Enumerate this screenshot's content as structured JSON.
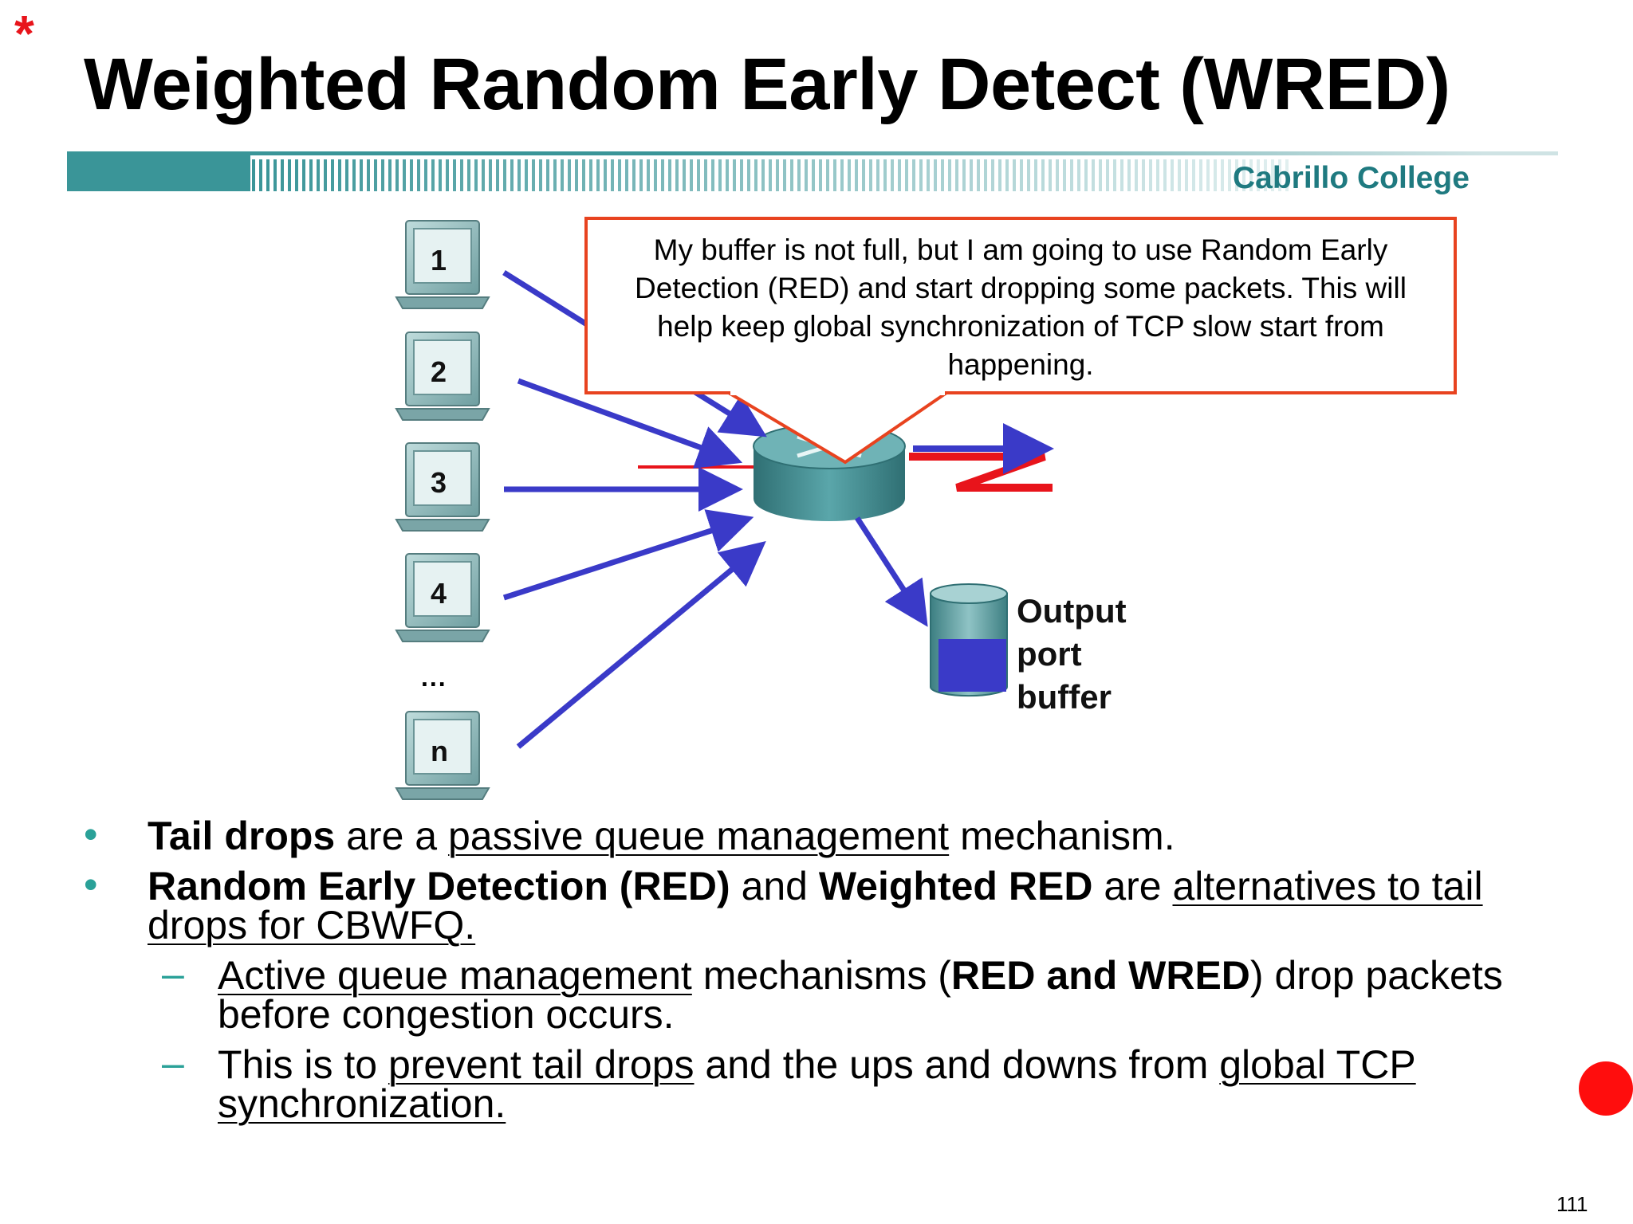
{
  "marker": "*",
  "title": "Weighted Random Early Detect (WRED)",
  "brand": "Cabrillo College",
  "diagram": {
    "callout": "My buffer is not full, but I am going to use Random Early Detection (RED) and start dropping some packets. This will help keep global synchronization of TCP slow start from happening.",
    "hosts": [
      "1",
      "2",
      "3",
      "4",
      "n"
    ],
    "ellipsis": "...",
    "buffer_label_lines": [
      "Output",
      "port",
      "buffer"
    ],
    "colors": {
      "arrow": "#3a3ac8",
      "callout_border": "#e8431f",
      "router": "#3d8c90",
      "link_red": "#e8141b"
    }
  },
  "bullets": {
    "b1": {
      "bold": "Tail drops",
      "t1": " are a ",
      "u1": "passive queue management",
      "t2": " mechanism."
    },
    "b2": {
      "bold1": "Random Early Detection (RED)",
      "t1": " and ",
      "bold2": "Weighted RED",
      "t2": " are ",
      "u1": "alternatives to tail drops for CBWFQ."
    },
    "s1": {
      "u1": "Active queue management",
      "t1": " mechanisms (",
      "bold": "RED and WRED",
      "t2": ") drop packets before congestion occurs."
    },
    "s2": {
      "t1": "This is to ",
      "u1": "prevent tail drops",
      "t2": " and the ups and downs from ",
      "u2": "global TCP synchronization."
    }
  },
  "page_number": "111",
  "bullet_glyph": "•",
  "dash_glyph": "–"
}
